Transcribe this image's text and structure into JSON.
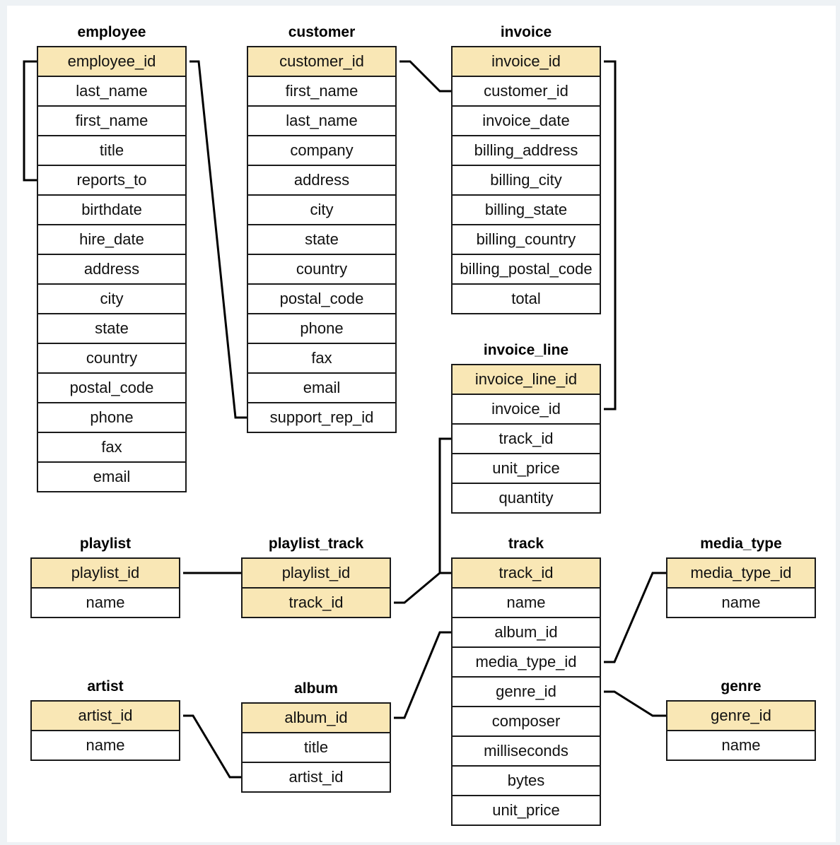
{
  "tables": {
    "employee": {
      "title": "employee",
      "columns": [
        "employee_id",
        "last_name",
        "first_name",
        "title",
        "reports_to",
        "birthdate",
        "hire_date",
        "address",
        "city",
        "state",
        "country",
        "postal_code",
        "phone",
        "fax",
        "email"
      ],
      "key_columns": [
        "employee_id"
      ]
    },
    "customer": {
      "title": "customer",
      "columns": [
        "customer_id",
        "first_name",
        "last_name",
        "company",
        "address",
        "city",
        "state",
        "country",
        "postal_code",
        "phone",
        "fax",
        "email",
        "support_rep_id"
      ],
      "key_columns": [
        "customer_id"
      ]
    },
    "invoice": {
      "title": "invoice",
      "columns": [
        "invoice_id",
        "customer_id",
        "invoice_date",
        "billing_address",
        "billing_city",
        "billing_state",
        "billing_country",
        "billing_postal_code",
        "total"
      ],
      "key_columns": [
        "invoice_id"
      ]
    },
    "invoice_line": {
      "title": "invoice_line",
      "columns": [
        "invoice_line_id",
        "invoice_id",
        "track_id",
        "unit_price",
        "quantity"
      ],
      "key_columns": [
        "invoice_line_id"
      ]
    },
    "playlist": {
      "title": "playlist",
      "columns": [
        "playlist_id",
        "name"
      ],
      "key_columns": [
        "playlist_id"
      ]
    },
    "playlist_track": {
      "title": "playlist_track",
      "columns": [
        "playlist_id",
        "track_id"
      ],
      "key_columns": [
        "playlist_id",
        "track_id"
      ]
    },
    "track": {
      "title": "track",
      "columns": [
        "track_id",
        "name",
        "album_id",
        "media_type_id",
        "genre_id",
        "composer",
        "milliseconds",
        "bytes",
        "unit_price"
      ],
      "key_columns": [
        "track_id"
      ]
    },
    "media_type": {
      "title": "media_type",
      "columns": [
        "media_type_id",
        "name"
      ],
      "key_columns": [
        "media_type_id"
      ]
    },
    "genre": {
      "title": "genre",
      "columns": [
        "genre_id",
        "name"
      ],
      "key_columns": [
        "genre_id"
      ]
    },
    "artist": {
      "title": "artist",
      "columns": [
        "artist_id",
        "name"
      ],
      "key_columns": [
        "artist_id"
      ]
    },
    "album": {
      "title": "album",
      "columns": [
        "album_id",
        "title",
        "artist_id"
      ],
      "key_columns": [
        "album_id"
      ]
    }
  },
  "relationships": [
    {
      "from": "employee.reports_to",
      "to": "employee.employee_id"
    },
    {
      "from": "customer.support_rep_id",
      "to": "employee.employee_id"
    },
    {
      "from": "invoice.customer_id",
      "to": "customer.customer_id"
    },
    {
      "from": "invoice_line.invoice_id",
      "to": "invoice.invoice_id"
    },
    {
      "from": "invoice_line.track_id",
      "to": "track.track_id"
    },
    {
      "from": "playlist_track.playlist_id",
      "to": "playlist.playlist_id"
    },
    {
      "from": "playlist_track.track_id",
      "to": "track.track_id"
    },
    {
      "from": "track.album_id",
      "to": "album.album_id"
    },
    {
      "from": "track.media_type_id",
      "to": "media_type.media_type_id"
    },
    {
      "from": "track.genre_id",
      "to": "genre.genre_id"
    },
    {
      "from": "album.artist_id",
      "to": "artist.artist_id"
    }
  ],
  "colors": {
    "key_fill": "#f9e7b5",
    "border": "#1a1a1a",
    "line": "#000000",
    "background": "#eef2f5"
  }
}
